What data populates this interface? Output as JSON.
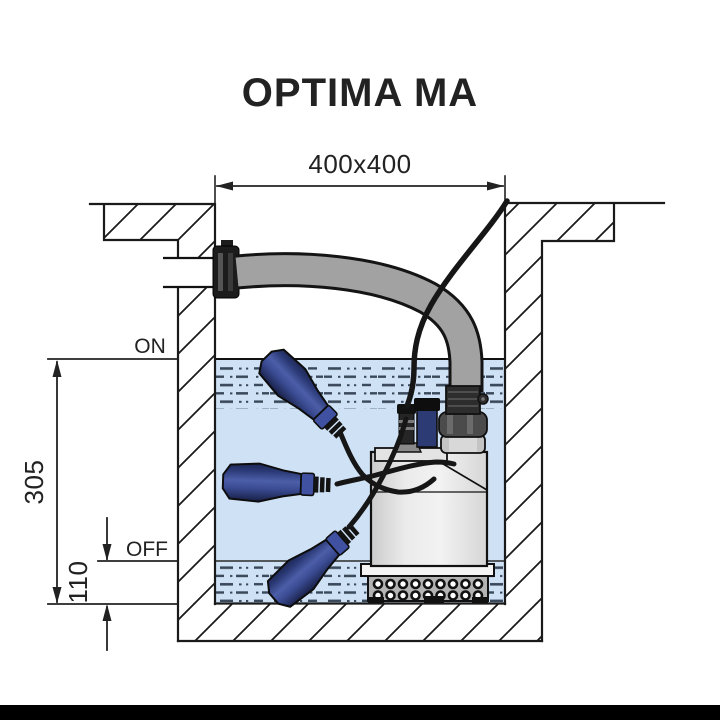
{
  "page": {
    "title": "OPTIMA MA"
  },
  "dimensions": {
    "pit_width_label": "400x400",
    "on_depth_label": "305",
    "off_depth_label": "110"
  },
  "levels": {
    "on_label": "ON",
    "off_label": "OFF"
  },
  "colors": {
    "title_blue": "#3b4da6",
    "water_blue": "#cfe1f4",
    "water_dash": "#1f2d3f",
    "hose_gray": "#a2a2a2",
    "float_navy": "#35468c",
    "pump_gray": "#e8e8e8",
    "line_black": "#1a1a1a",
    "bottom_bar_black": "#000000"
  }
}
